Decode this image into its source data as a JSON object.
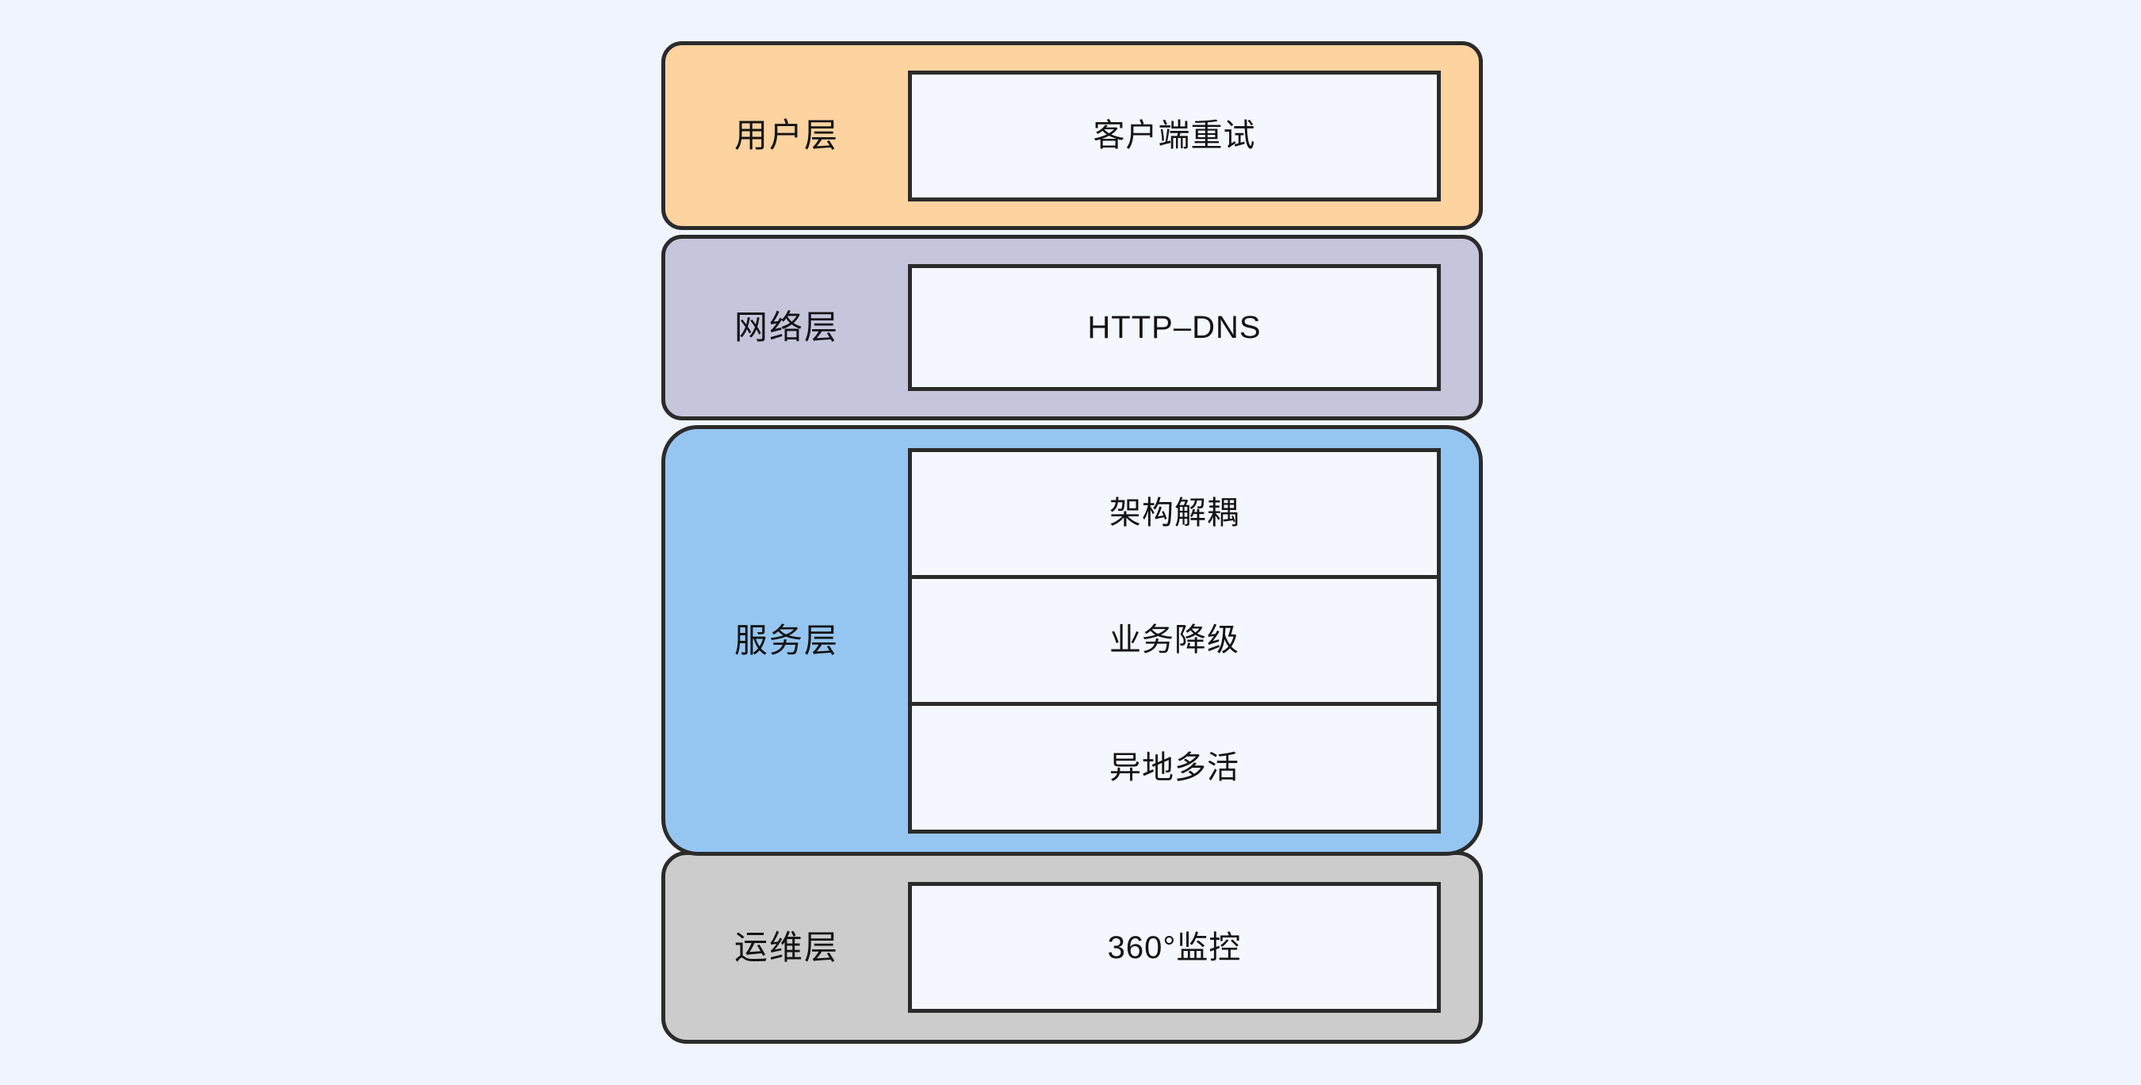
{
  "diagram": {
    "type": "layered-architecture-stack",
    "background_color": "#f0f4fe",
    "border_color": "#2b2b2b",
    "item_fill_color": "#f4f7fd",
    "layers": [
      {
        "id": "user",
        "label": "用户层",
        "fill_color": "#fdd3a0",
        "items": [
          {
            "label": "客户端重试"
          }
        ]
      },
      {
        "id": "network",
        "label": "网络层",
        "fill_color": "#c5c6dc",
        "items": [
          {
            "label": "HTTP–DNS"
          }
        ]
      },
      {
        "id": "service",
        "label": "服务层",
        "fill_color": "#95c6f2",
        "items": [
          {
            "label": "架构解耦"
          },
          {
            "label": "业务降级"
          },
          {
            "label": "异地多活"
          }
        ]
      },
      {
        "id": "ops",
        "label": "运维层",
        "fill_color": "#cbcccb",
        "items": [
          {
            "label": "360°监控"
          }
        ]
      }
    ]
  }
}
